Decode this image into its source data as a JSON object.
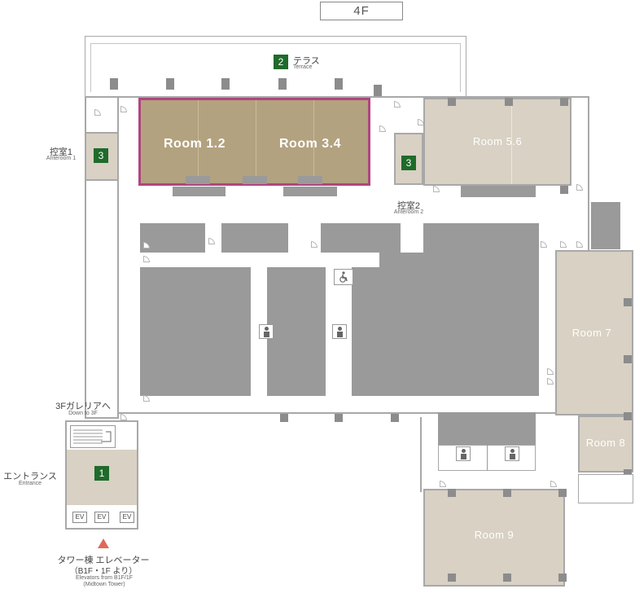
{
  "floor": {
    "label": "4F"
  },
  "terrace": {
    "badge": "2",
    "name_jp": "テラス",
    "name_en": "Terrace"
  },
  "rooms": {
    "room12": {
      "label": "Room 1.2"
    },
    "room34": {
      "label": "Room 3.4"
    },
    "room56": {
      "label": "Room 5.6"
    },
    "room7": {
      "label": "Room 7"
    },
    "room8": {
      "label": "Room 8"
    },
    "room9": {
      "label": "Room 9"
    }
  },
  "anteroom1": {
    "badge": "3",
    "name_jp": "控室1",
    "name_en": "Anteroom 1"
  },
  "anteroom2": {
    "badge": "3",
    "name_jp": "控室2",
    "name_en": "Anteroom 2"
  },
  "galleria": {
    "name_jp": "3Fガレリアへ",
    "name_en": "Down to 3F"
  },
  "entrance": {
    "badge": "1",
    "name_jp": "エントランス",
    "name_en": "Entrance"
  },
  "elevators": {
    "ev1": "EV",
    "ev2": "EV",
    "ev3": "EV"
  },
  "tower": {
    "line1": "タワー棟 エレベーター",
    "line2": "（B1F・1F より）",
    "en1": "Elevators from B1F/1F",
    "en2": "(Midtown Tower)"
  },
  "colors": {
    "highlight_fill": "#b3a27f",
    "highlight_border": "#b0457e",
    "room_fill": "#d8d1c4",
    "service": "#9a9a9a",
    "badge": "#1f6b2a",
    "marker": "#e06a5a"
  },
  "icons": [
    "restroom-icon",
    "accessible-icon",
    "stairs-icon",
    "elevator-marker-icon"
  ]
}
